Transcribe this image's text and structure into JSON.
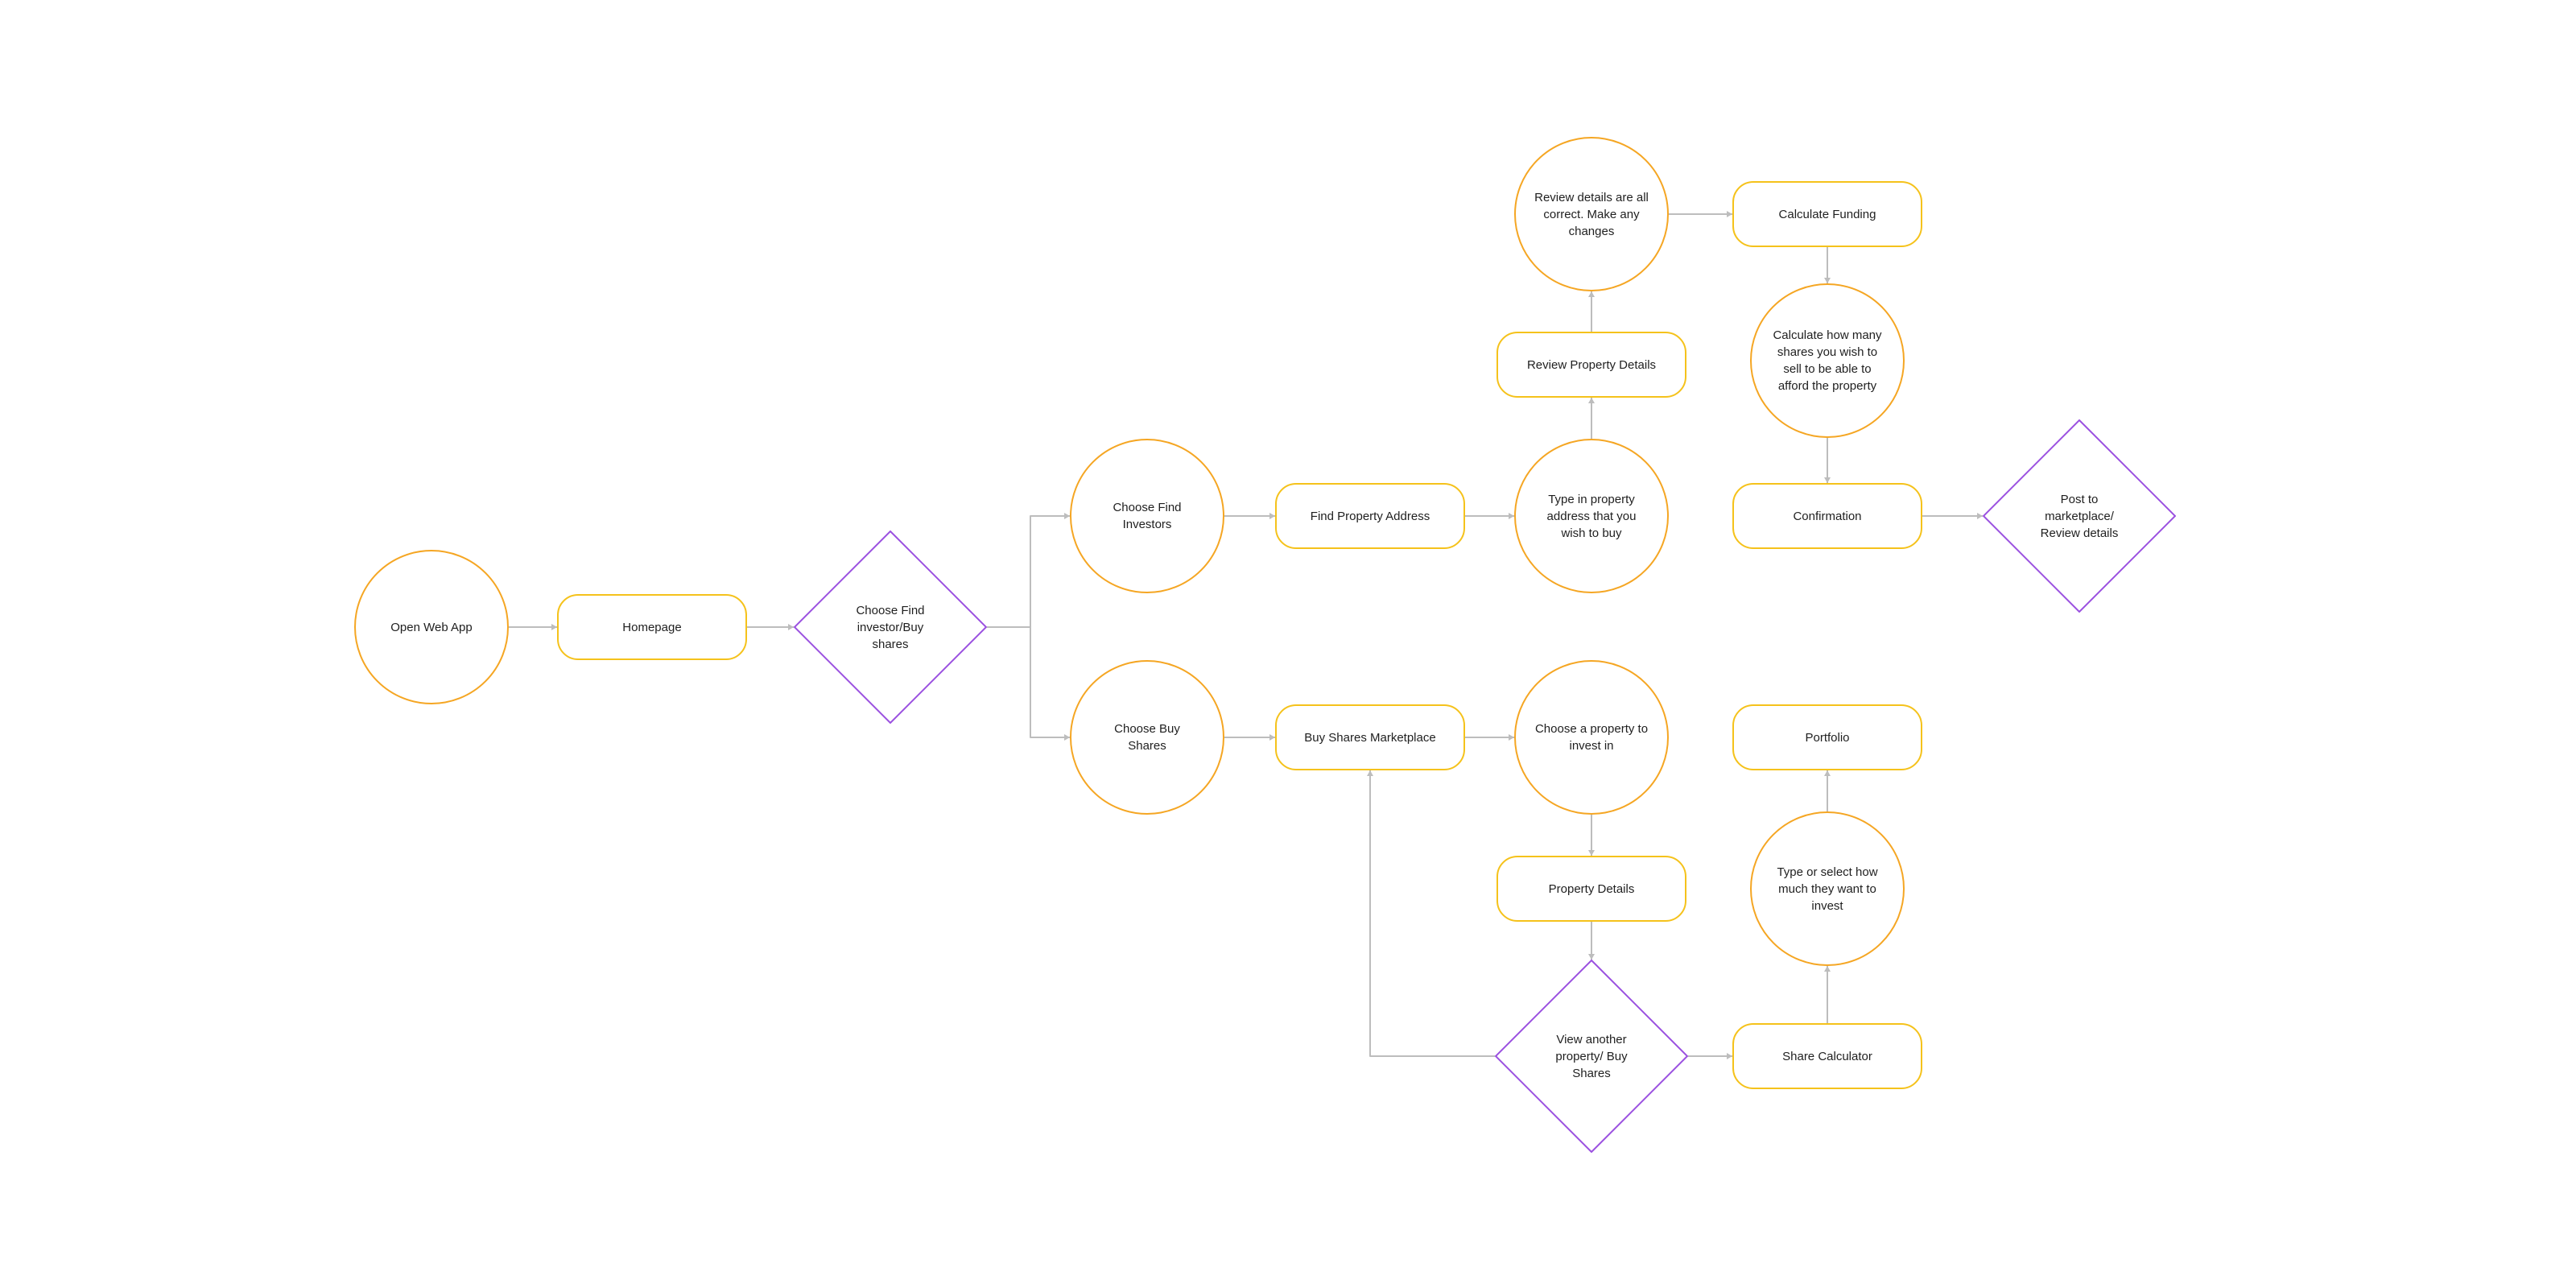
{
  "colors": {
    "circle_stroke": "#f5a623",
    "rect_stroke": "#f5c21b",
    "diamond_stroke": "#9b51e0",
    "edge": "#bdbdbd",
    "text": "#1f1f1f"
  },
  "nodes": {
    "open_web_app": {
      "label": "Open Web App",
      "shape": "circle"
    },
    "homepage": {
      "label": "Homepage",
      "shape": "rect"
    },
    "choose_find_or_buy": {
      "label": "Choose Find\ninvestor/Buy\nshares",
      "shape": "diamond"
    },
    "choose_find_investors": {
      "label": "Choose Find\nInvestors",
      "shape": "circle"
    },
    "choose_buy_shares": {
      "label": "Choose Buy\nShares",
      "shape": "circle"
    },
    "find_property_address": {
      "label": "Find Property Address",
      "shape": "rect"
    },
    "buy_shares_marketplace": {
      "label": "Buy Shares Marketplace",
      "shape": "rect"
    },
    "type_property_address": {
      "label": "Type in property\naddress that you\nwish to buy",
      "shape": "circle"
    },
    "choose_property": {
      "label": "Choose a property to\ninvest in",
      "shape": "circle"
    },
    "review_property_details": {
      "label": "Review Property Details",
      "shape": "rect"
    },
    "review_details_correct": {
      "label": "Review details are all\ncorrect. Make any\nchanges",
      "shape": "circle"
    },
    "calculate_funding": {
      "label": "Calculate Funding",
      "shape": "rect"
    },
    "calculate_shares": {
      "label": "Calculate how many\nshares you wish to\nsell to be able to\nafford the property",
      "shape": "circle"
    },
    "confirmation": {
      "label": "Confirmation",
      "shape": "rect"
    },
    "post_marketplace": {
      "label": "Post to\nmarketplace/\nReview details",
      "shape": "diamond"
    },
    "property_details": {
      "label": "Property Details",
      "shape": "rect"
    },
    "view_another_or_buy": {
      "label": "View another\nproperty/ Buy\nShares",
      "shape": "diamond"
    },
    "share_calculator": {
      "label": "Share Calculator",
      "shape": "rect"
    },
    "type_or_select_amount": {
      "label": "Type or select how\nmuch they want to\ninvest",
      "shape": "circle"
    },
    "portfolio": {
      "label": "Portfolio",
      "shape": "rect"
    }
  },
  "edges": [
    {
      "from": "open_web_app",
      "to": "homepage"
    },
    {
      "from": "homepage",
      "to": "choose_find_or_buy"
    },
    {
      "from": "choose_find_or_buy",
      "to": "choose_find_investors"
    },
    {
      "from": "choose_find_or_buy",
      "to": "choose_buy_shares"
    },
    {
      "from": "choose_find_investors",
      "to": "find_property_address"
    },
    {
      "from": "find_property_address",
      "to": "type_property_address"
    },
    {
      "from": "type_property_address",
      "to": "review_property_details"
    },
    {
      "from": "review_property_details",
      "to": "review_details_correct"
    },
    {
      "from": "review_details_correct",
      "to": "calculate_funding"
    },
    {
      "from": "calculate_funding",
      "to": "calculate_shares"
    },
    {
      "from": "calculate_shares",
      "to": "confirmation"
    },
    {
      "from": "confirmation",
      "to": "post_marketplace"
    },
    {
      "from": "choose_buy_shares",
      "to": "buy_shares_marketplace"
    },
    {
      "from": "buy_shares_marketplace",
      "to": "choose_property"
    },
    {
      "from": "choose_property",
      "to": "property_details"
    },
    {
      "from": "property_details",
      "to": "view_another_or_buy"
    },
    {
      "from": "view_another_or_buy",
      "to": "share_calculator"
    },
    {
      "from": "view_another_or_buy",
      "to": "buy_shares_marketplace"
    },
    {
      "from": "share_calculator",
      "to": "type_or_select_amount"
    },
    {
      "from": "type_or_select_amount",
      "to": "portfolio"
    }
  ]
}
